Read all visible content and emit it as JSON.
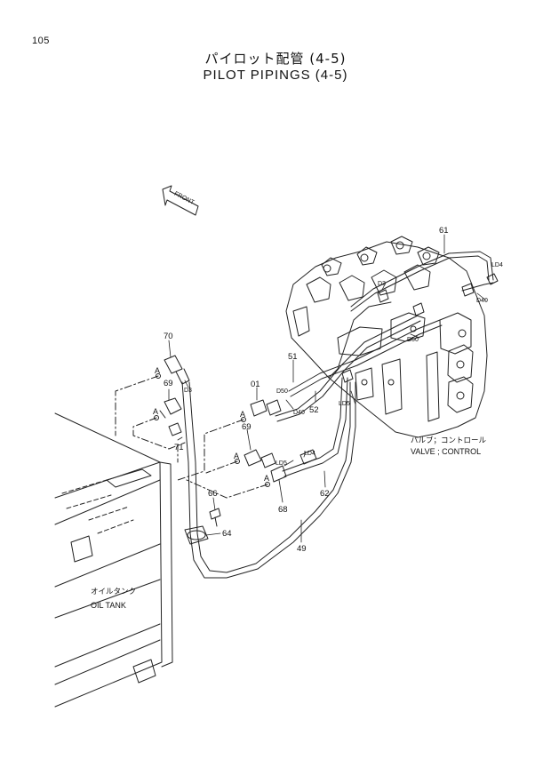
{
  "page": {
    "number": "105",
    "title_jp": "パイロット配管 (4-5)",
    "title_en": "PILOT PIPINGS (4-5)"
  },
  "front_arrow": {
    "label": "FRONT"
  },
  "valve": {
    "label_jp": "バルブ；コントロール",
    "label_en": "VALVE ; CONTROL"
  },
  "tank": {
    "label_jp": "オイルタンク",
    "label_en": "OIL TANK"
  },
  "parts": {
    "p61": "61",
    "p70": "70",
    "p69a": "69",
    "p69b": "69",
    "p71": "71",
    "p01": "01",
    "p51": "51",
    "p52": "52",
    "p62": "62",
    "p68": "68",
    "p66": "66",
    "p64": "64",
    "p49": "49"
  },
  "port_labels": {
    "ld4_top": "LD4",
    "d40_top": "D40",
    "d3_top": "D3",
    "d50_top": "D50",
    "d3_left": "D3",
    "d50_mid": "D50",
    "d40_mid": "D40",
    "ld5_mid": "LD5",
    "ld4_low": "LD4",
    "ld5_low": "LD5"
  },
  "ref_marks": {
    "a1": "A",
    "a2": "A",
    "a3": "A",
    "a4": "A",
    "a5": "A"
  }
}
